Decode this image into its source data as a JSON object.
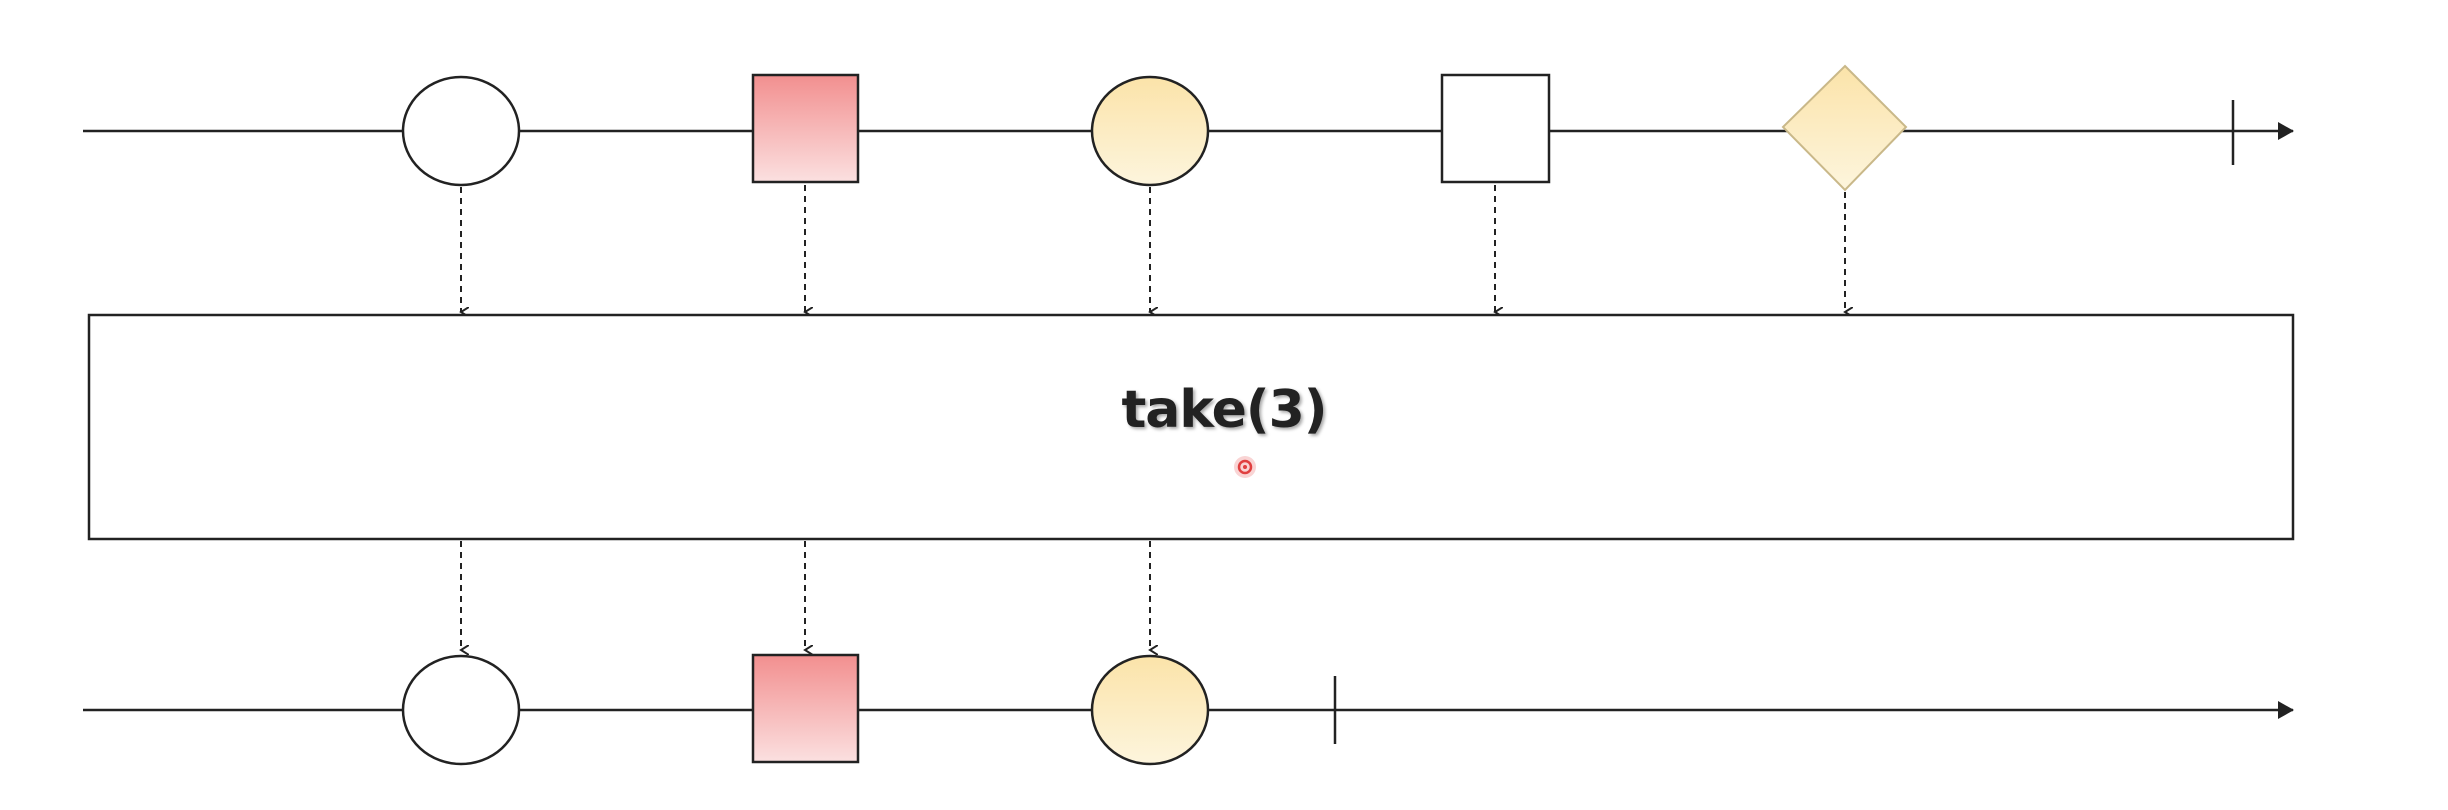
{
  "operator": {
    "label": "take(3)"
  },
  "source_timeline": {
    "items": [
      {
        "shape": "circle",
        "fill": "none"
      },
      {
        "shape": "square",
        "fill": "pink"
      },
      {
        "shape": "circle",
        "fill": "yellow"
      },
      {
        "shape": "square",
        "fill": "none"
      },
      {
        "shape": "diamond",
        "fill": "yellow"
      }
    ],
    "ends_with_completion": true
  },
  "result_timeline": {
    "items": [
      {
        "shape": "circle",
        "fill": "none"
      },
      {
        "shape": "square",
        "fill": "pink"
      },
      {
        "shape": "circle",
        "fill": "yellow"
      }
    ],
    "ends_with_completion": true
  },
  "colors": {
    "line": "#222222",
    "pink_top": "#f28f8f",
    "pink_bottom": "#fbe0e0",
    "yellow_top": "#fbe3a9",
    "yellow_bottom": "#fdf5dd",
    "diamond_stroke": "#c9b889",
    "cursor": "#e04040"
  }
}
